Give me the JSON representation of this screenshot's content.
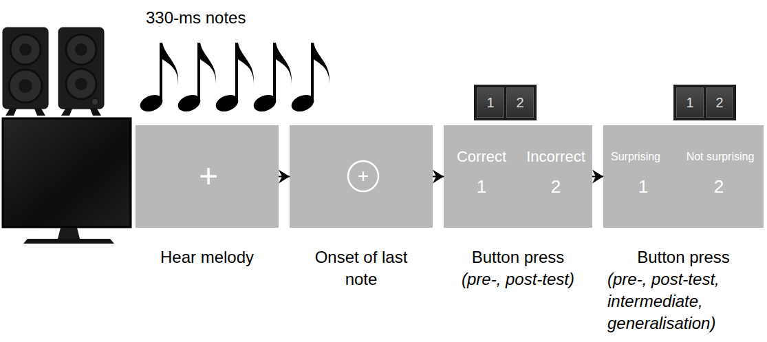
{
  "diagram": {
    "nodes": [
      {
        "text": [
          "+",
          "Hear melody"
        ]
      },
      {
        "text": [
          "+",
          "Onset of last note"
        ]
      },
      {
        "text": [
          "1"
        ]
      },
      {
        "text": [
          "2"
        ]
      },
      {
        "text": [
          "Correct",
          "Incorrect",
          "1",
          "2",
          "Button press",
          "(pre-, post-test)"
        ]
      },
      {
        "text": [
          "1"
        ]
      },
      {
        "text": [
          "2"
        ]
      },
      {
        "text": [
          "Surprising",
          "Not surprising",
          "1",
          "2",
          "Button press",
          "(pre-, post-test, intermediate, generalisation)"
        ]
      }
    ],
    "edges": [
      {
        "from": 0,
        "to": 1,
        "arrow": "to"
      },
      {
        "from": 1,
        "to": 4,
        "arrow": "to"
      },
      {
        "from": 4,
        "to": 7,
        "arrow": "to"
      }
    ],
    "labels": [
      "330-ms notes"
    ]
  }
}
